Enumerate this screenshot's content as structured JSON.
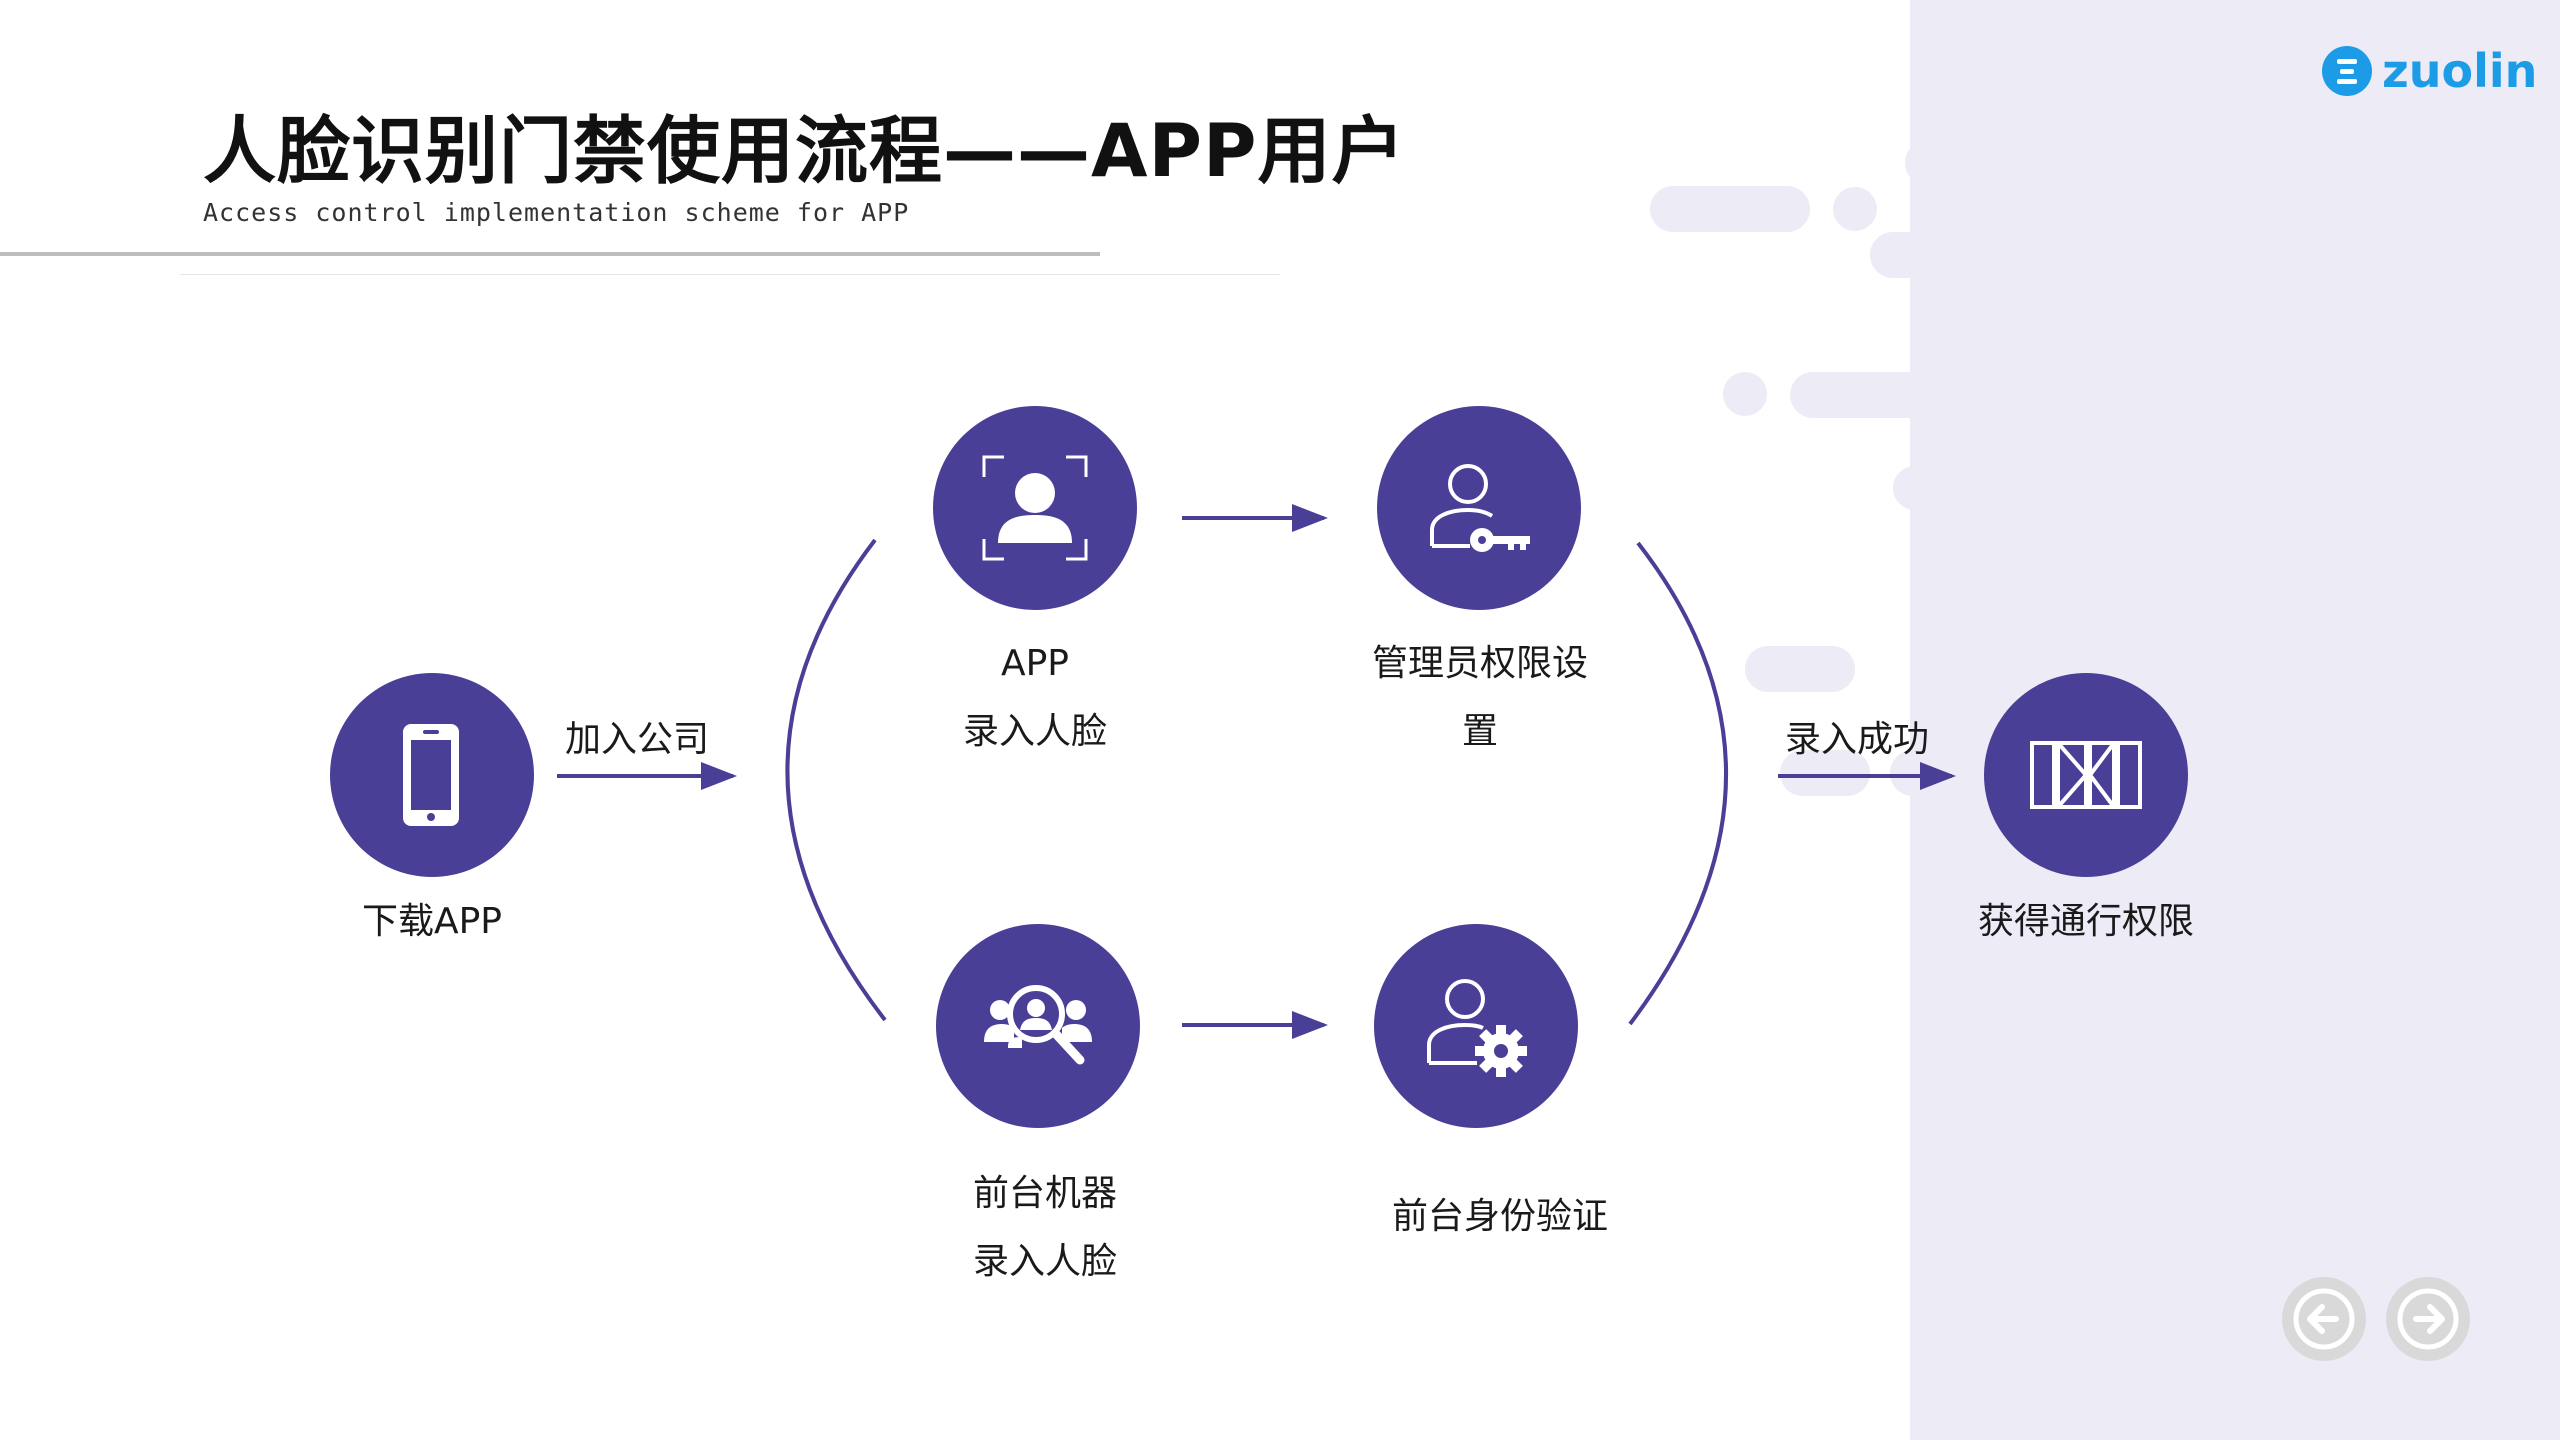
{
  "header": {
    "title": "人脸识别门禁使用流程——APP用户",
    "subtitle": "Access control implementation scheme for APP"
  },
  "brand": {
    "name": "zuolin",
    "color": "#1c9be6"
  },
  "colors": {
    "node": "#4a3f97",
    "arrow": "#4a3f97",
    "decoration": "#ecebf6"
  },
  "steps": {
    "download": {
      "label": "下载APP",
      "icon": "phone-icon"
    },
    "app_face": {
      "line1": "APP",
      "line2": "录入人脸",
      "icon": "face-frame-icon"
    },
    "admin_perm": {
      "line1": "管理员权限设",
      "line2": "置",
      "icon": "user-key-icon"
    },
    "front_face": {
      "line1": "前台机器",
      "line2": "录入人脸",
      "icon": "user-search-icon"
    },
    "front_verify": {
      "label": "前台身份验证",
      "icon": "user-gear-icon"
    },
    "access": {
      "label": "获得通行权限",
      "icon": "gate-icon"
    }
  },
  "edges": {
    "join_company": "加入公司",
    "enroll_success": "录入成功"
  },
  "nav": {
    "prev": "arrow-left-icon",
    "next": "arrow-right-icon"
  }
}
